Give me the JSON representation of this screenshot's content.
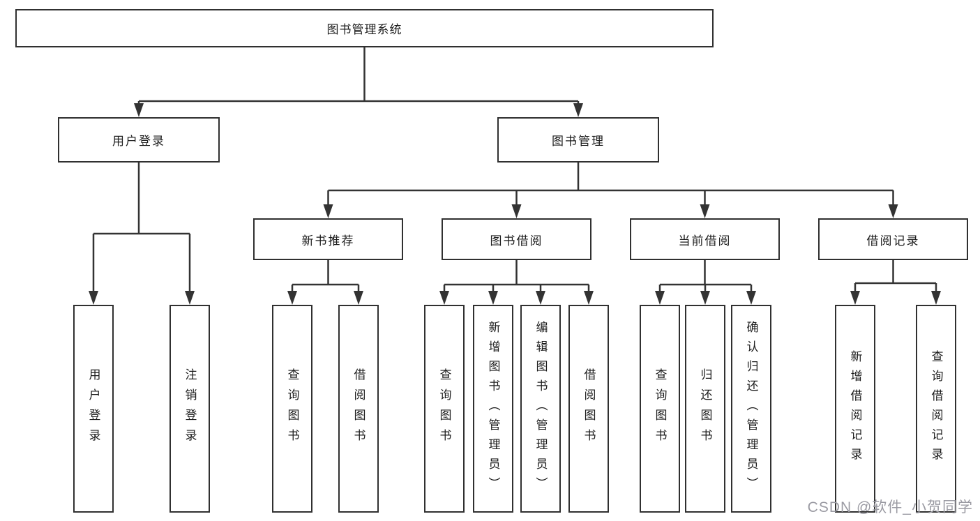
{
  "diagram": {
    "root": {
      "label": "图书管理系统"
    },
    "level2": [
      {
        "label": "用户登录"
      },
      {
        "label": "图书管理"
      }
    ],
    "level3": [
      {
        "label": "新书推荐"
      },
      {
        "label": "图书借阅"
      },
      {
        "label": "当前借阅"
      },
      {
        "label": "借阅记录"
      }
    ],
    "leaves": {
      "user_login": [
        "用户登录",
        "注销登录"
      ],
      "new_books": [
        "查询图书",
        "借阅图书"
      ],
      "book_borrow": [
        "查询图书",
        "新增图书（管理员）",
        "编辑图书（管理员）",
        "借阅图书"
      ],
      "current_borrow": [
        "查询图书",
        "归还图书",
        "确认归还（管理员）"
      ],
      "borrow_records": [
        "新增借阅记录",
        "查询借阅记录"
      ]
    }
  },
  "watermark": {
    "text": "CSDN @软件_小贺同学",
    "color": "#9b9ba3"
  },
  "colors": {
    "line": "#333333",
    "box_border": "#303030",
    "box_fill": "#ffffff",
    "text": "#1c1c1c",
    "background": "#ffffff"
  }
}
